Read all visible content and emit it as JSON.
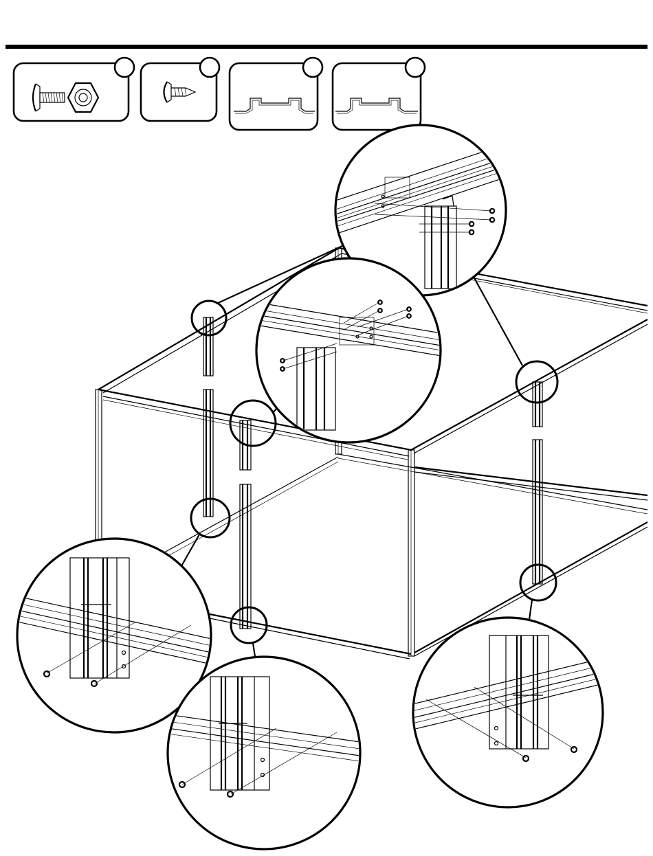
{
  "diagram": {
    "header_rule_color": "#000000",
    "parts": [
      {
        "name": "bolt-and-nut",
        "icon": "bolt-nut-icon",
        "badge": ""
      },
      {
        "name": "self-tapping-screw",
        "icon": "screw-icon",
        "badge": ""
      },
      {
        "name": "channel-profile-a",
        "icon": "channel-profile-icon",
        "badge": ""
      },
      {
        "name": "channel-profile-b",
        "icon": "channel-profile-icon",
        "badge": ""
      }
    ],
    "detail_callouts": [
      "top-rear-corner-detail",
      "top-front-center-detail",
      "bottom-left-detail",
      "bottom-front-detail",
      "bottom-right-detail"
    ]
  }
}
